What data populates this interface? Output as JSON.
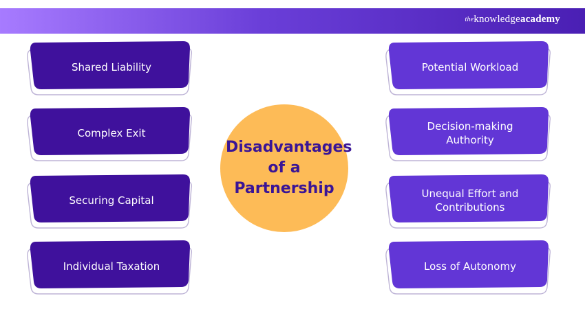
{
  "header": {
    "logo_prefix": "the",
    "logo_main": "knowledge",
    "logo_bold": "academy",
    "colors": {
      "start": "#a77bff",
      "end": "#4a1fb4"
    }
  },
  "center": {
    "title": "Disadvantages of a Partnership",
    "color": "#fdbb57",
    "text_color": "#3a1596"
  },
  "left_items": [
    {
      "label": "Shared Liability"
    },
    {
      "label": "Complex Exit"
    },
    {
      "label": "Securing Capital"
    },
    {
      "label": "Individual Taxation"
    }
  ],
  "right_items": [
    {
      "label": "Potential Workload"
    },
    {
      "label": "Decision-making Authority"
    },
    {
      "label": "Unequal Effort and Contributions"
    },
    {
      "label": "Loss of Autonomy"
    }
  ],
  "colors": {
    "left_fill": "#3f119c",
    "right_fill": "#6236d6",
    "outline": "#bdb3d6"
  }
}
